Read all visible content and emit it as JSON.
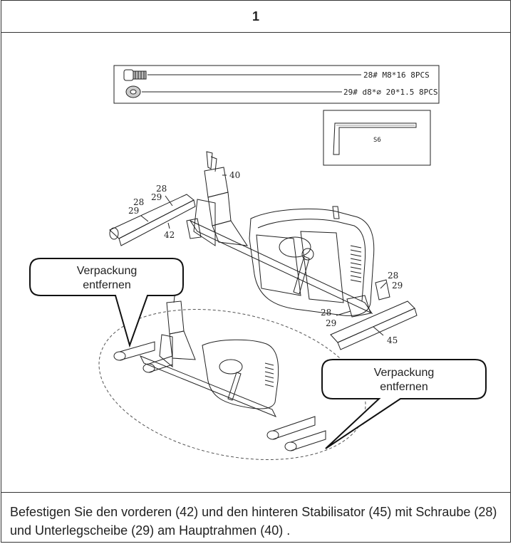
{
  "step": {
    "number": "1"
  },
  "parts": {
    "bolt": {
      "label": "28#  M8*16 8PCS"
    },
    "washer": {
      "label": "29# d8*∅ 20*1.5 8PCS"
    },
    "wrench": {
      "label": "S6"
    }
  },
  "callouts": {
    "main_frame": "40",
    "front_stabilizer": "42",
    "rear_stabilizer": "45",
    "bolt_a": "28",
    "washer_a": "29",
    "bolt_b": "28",
    "washer_b": "29",
    "bolt_c": "28",
    "washer_c": "29",
    "bolt_d": "28",
    "washer_d": "29"
  },
  "bubbles": {
    "left": {
      "line1": "Verpackung",
      "line2": "entfernen"
    },
    "right": {
      "line1": "Verpackung",
      "line2": "entfernen"
    }
  },
  "instruction": "Befestigen Sie den vorderen (42) und den hinteren Stabilisator (45) mit Schraube (28) und Unterlegscheibe (29) am Hauptrahmen (40) ."
}
